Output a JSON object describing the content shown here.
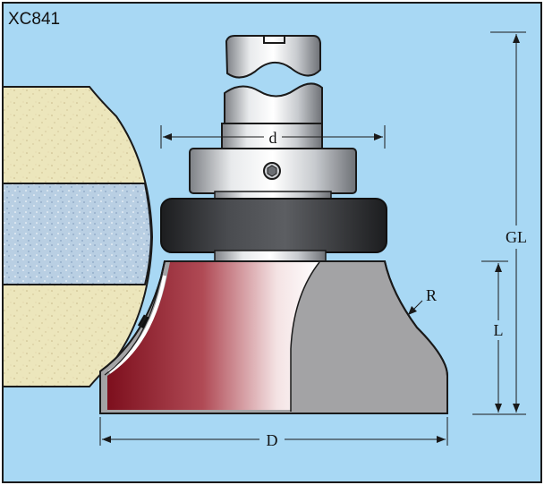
{
  "product_code": "XC841",
  "dimensions": {
    "shank_diameter": "d",
    "overall_diameter": "D",
    "overall_length": "GL",
    "cutting_length": "L",
    "radius": "R"
  },
  "colors": {
    "background": "#a8d8f4",
    "border": "#1a1a1a",
    "cutter_red": "#8b1522",
    "body_gray": "#a3a3a5",
    "bearing_dark": "#2e2f31",
    "collar_silver": "#c9ccd0",
    "workpiece_cream": "#ece6bc",
    "workpiece_blue": "#b9cfe3"
  }
}
